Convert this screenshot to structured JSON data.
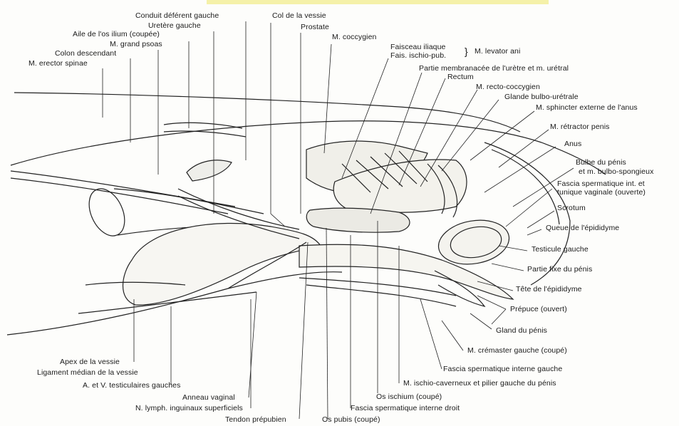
{
  "labels": {
    "conduit_deferent": "Conduit déférent gauche",
    "col_vessie": "Col de la vessie",
    "uretere": "Uretère gauche",
    "prostate": "Prostate",
    "aile_ilium": "Aile de l'os ilium (coupée)",
    "coccygien": "M. coccygien",
    "grand_psoas": "M. grand psoas",
    "faisceau_iliaque": "Faisceau iliaque",
    "fais_ischio": "Fais. ischio-pub.",
    "levator": "M. levator ani",
    "colon": "Colon descendant",
    "erector": "M. erector spinae",
    "partie_membranacee": "Partie membranacée de l'urètre et m. urétral",
    "rectum": "Rectum",
    "recto_coccygien": "M. recto-coccygien",
    "glande_bulbo": "Glande bulbo-urétrale",
    "sphincter": "M. sphincter externe de l'anus",
    "retractor": "M. rétractor penis",
    "anus": "Anus",
    "bulbe1": "Bulbe du pénis",
    "bulbe2": "et m. bulbo-spongieux",
    "fascia_int1": "Fascia spermatique int. et",
    "fascia_int2": "tunique vaginale (ouverte)",
    "scrotum": "Scrotum",
    "queue": "Queue de l'épididyme",
    "testicule": "Testicule gauche",
    "partie_fixe": "Partie fixe du pénis",
    "tete": "Tête de l'épididyme",
    "prepuce": "Prépuce (ouvert)",
    "gland": "Gland du pénis",
    "cremaster": "M. crémaster gauche (coupé)",
    "fascia_gauche": "Fascia spermatique interne gauche",
    "ischio_caverneux": "M. ischio-caverneux et pilier gauche du pénis",
    "os_ischium": "Os ischium (coupé)",
    "fascia_droit": "Fascia spermatique interne droit",
    "os_pubis": "Os pubis (coupé)",
    "tendon": "Tendon prépubien",
    "lymph": "N. lymph. inguinaux superficiels",
    "anneau": "Anneau vaginal",
    "vaisseaux": "A. et V. testiculaires gauches",
    "ligament": "Ligament médian de la vessie",
    "apex": "Apex de la vessie"
  }
}
